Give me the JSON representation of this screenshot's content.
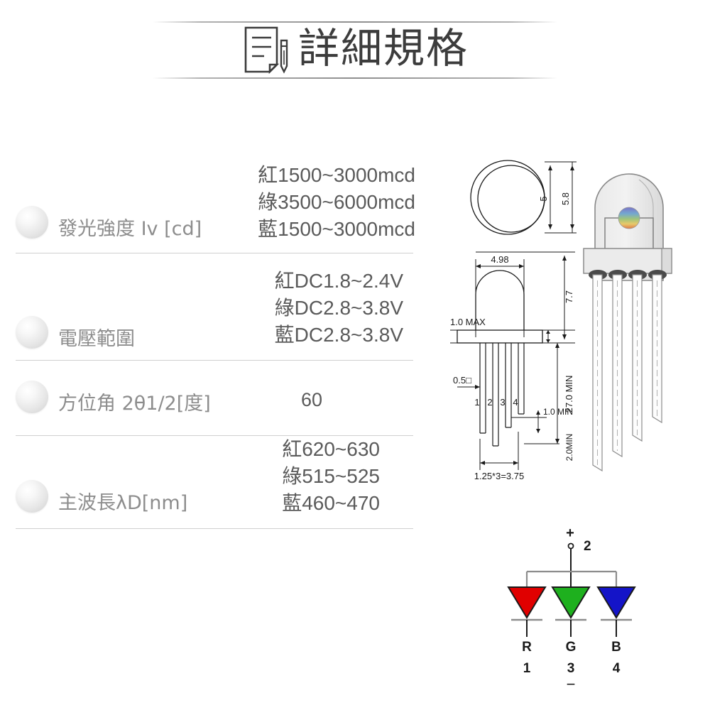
{
  "title": {
    "text": "詳細規格",
    "icon": "document-pen-icon"
  },
  "spec_table": {
    "rows": [
      {
        "id": "intensity",
        "label": "發光強度 Iv [cd]",
        "values": [
          "紅1500~3000mcd",
          "綠3500~6000mcd",
          "藍1500~3000mcd"
        ]
      },
      {
        "id": "voltage",
        "label": "電壓範圍",
        "values": [
          "紅DC1.8~2.4V",
          "綠DC2.8~3.8V",
          "藍DC2.8~3.8V"
        ]
      },
      {
        "id": "angle",
        "label": "方位角 2θ1/2[度]",
        "values": [
          "60"
        ]
      },
      {
        "id": "wavelength",
        "label": "主波長λD[nm]",
        "values": [
          "紅620~630",
          "綠515~525",
          "藍460~470"
        ]
      }
    ]
  },
  "drawing": {
    "dim_top_inner": "5",
    "dim_top_outer": "5.8",
    "dim_body_width": "4.98",
    "dim_flange": "1.0 MAX",
    "dim_lead_square": "0.5□",
    "dim_body_height": "7.7",
    "dim_lead_length": "27.0 MIN",
    "dim_lead_min": "1.0 MIN",
    "dim_lead_min2": "2.0MIN",
    "dim_pitch": "1.25*3=3.75",
    "pins": [
      "1",
      "2",
      "3",
      "4"
    ]
  },
  "circuit": {
    "plus": "+",
    "minus": "−",
    "anode_pin": "2",
    "diodes": [
      {
        "letter": "R",
        "pin": "1",
        "color": "#e00000"
      },
      {
        "letter": "G",
        "pin": "3",
        "color": "#1eb01e"
      },
      {
        "letter": "B",
        "pin": "4",
        "color": "#1414c8"
      }
    ]
  },
  "watermark": "",
  "colors": {
    "label_gray": "#8d8d8d",
    "value_gray": "#5a5a5a",
    "rule_gray": "#cfcfcf",
    "title_gray": "#3c3c3c"
  }
}
